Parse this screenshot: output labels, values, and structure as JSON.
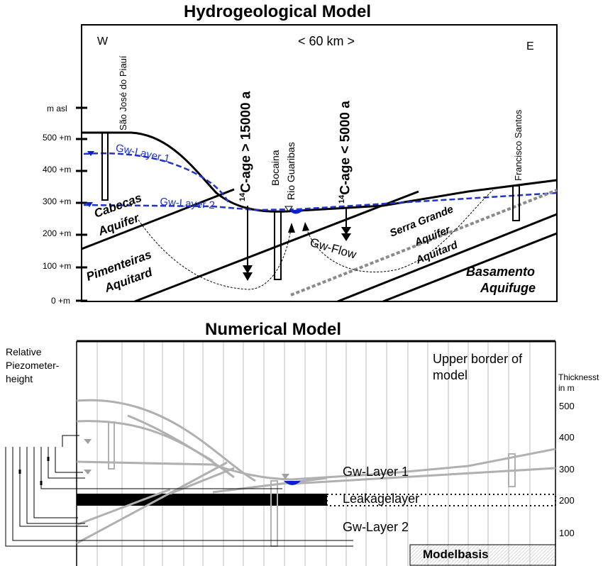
{
  "top": {
    "title": "Hydrogeological Model",
    "west": "W",
    "east": "E",
    "scale": "< 60 km >",
    "yaxis_unit": "m asl",
    "yticks": [
      "500 +m",
      "400 +m",
      "300 +m",
      "200 +m",
      "100 +m",
      "0 +m"
    ],
    "places": {
      "sao_jose": "São José do Piauí",
      "bocaina": "Bocaina",
      "rio": "Rio Guaribas",
      "francisco": "Francisco Santos"
    },
    "c14_left": "C-age > 15000 a",
    "c14_right": "C-age < 5000 a",
    "c14_sup": "14",
    "gw_layer1": "Gw-Layer 1",
    "gw_layer2": "Gw-Layer 2",
    "gw_flow": "Gw-Flow",
    "units": {
      "cabecas": "Cabecas",
      "cabecas_aquifer": "Aquifer",
      "pimenteiras": "Pimenteiras",
      "pimenteiras_aquitard": "Aquitard",
      "serra": "Serra Grande",
      "serra_aquifer": "Aquifer",
      "serra_aquitard": "Aquitard",
      "basamento": "Basamento",
      "aquifuge": "Aquifuge"
    },
    "colors": {
      "water": "#0a1fcf",
      "gw_line": "#2233cc",
      "deep_line": "#8a8a8a"
    }
  },
  "bottom": {
    "title": "Numerical Model",
    "relative_label": [
      "Relative",
      "Piezometer-",
      "height"
    ],
    "upper_border": [
      "Upper border of",
      "model"
    ],
    "thickness": [
      "Thicknesst",
      "in m"
    ],
    "rticks": [
      "500",
      "400",
      "300",
      "200",
      "100"
    ],
    "gw_layer1": "Gw-Layer 1",
    "leakage": "Leakagelayer",
    "gw_layer2": "Gw-Layer 2",
    "modelbasis": "Modelbasis",
    "colors": {
      "grid": "#c8c8c8",
      "model_line": "#b0b0b0",
      "water": "#0a1fcf",
      "leak_fill": "#000000"
    }
  }
}
